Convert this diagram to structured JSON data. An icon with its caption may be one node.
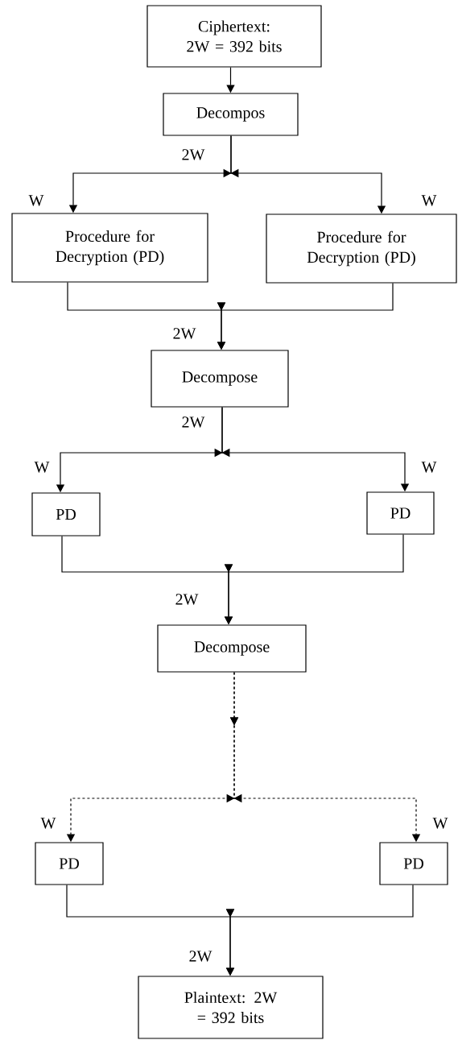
{
  "diagram": {
    "nodes": [
      {
        "text": [
          "Ciphertext: 2W = 392 bits"
        ]
      },
      {
        "text": [
          "Decompos"
        ]
      },
      {
        "text": [
          "Procedure for Decryption (PD)"
        ]
      },
      {
        "text": [
          "Procedure for Decryption (PD)"
        ]
      },
      {
        "text": [
          "Decompose"
        ]
      },
      {
        "text": [
          "PD"
        ]
      },
      {
        "text": [
          "PD"
        ]
      },
      {
        "text": [
          "Decompose"
        ]
      },
      {
        "text": [
          "PD"
        ]
      },
      {
        "text": [
          "PD"
        ]
      },
      {
        "text": [
          "Plaintext: 2W = 392 bits"
        ]
      }
    ],
    "edges": [
      {
        "from": 0,
        "to": 1,
        "arrow": "to"
      },
      {
        "from": 1,
        "to": 2,
        "arrow": "to",
        "label": "W"
      },
      {
        "from": 1,
        "to": 3,
        "arrow": "to",
        "label": "W"
      },
      {
        "from": 2,
        "to": 4,
        "arrow": "to"
      },
      {
        "from": 3,
        "to": 4,
        "arrow": "to"
      },
      {
        "from": 4,
        "to": 5,
        "arrow": "to",
        "label": "W"
      },
      {
        "from": 4,
        "to": 6,
        "arrow": "to",
        "label": "W"
      },
      {
        "from": 5,
        "to": 7,
        "arrow": "to"
      },
      {
        "from": 6,
        "to": 7,
        "arrow": "to"
      },
      {
        "from": 7,
        "to": 8,
        "arrow": "to",
        "label": "W",
        "style": "dashed"
      },
      {
        "from": 7,
        "to": 9,
        "arrow": "to",
        "label": "W",
        "style": "dashed"
      },
      {
        "from": 8,
        "to": 10,
        "arrow": "to"
      },
      {
        "from": 9,
        "to": 10,
        "arrow": "to"
      }
    ],
    "labels": [
      "2W",
      "2W",
      "2W",
      "2W",
      "2W"
    ]
  }
}
